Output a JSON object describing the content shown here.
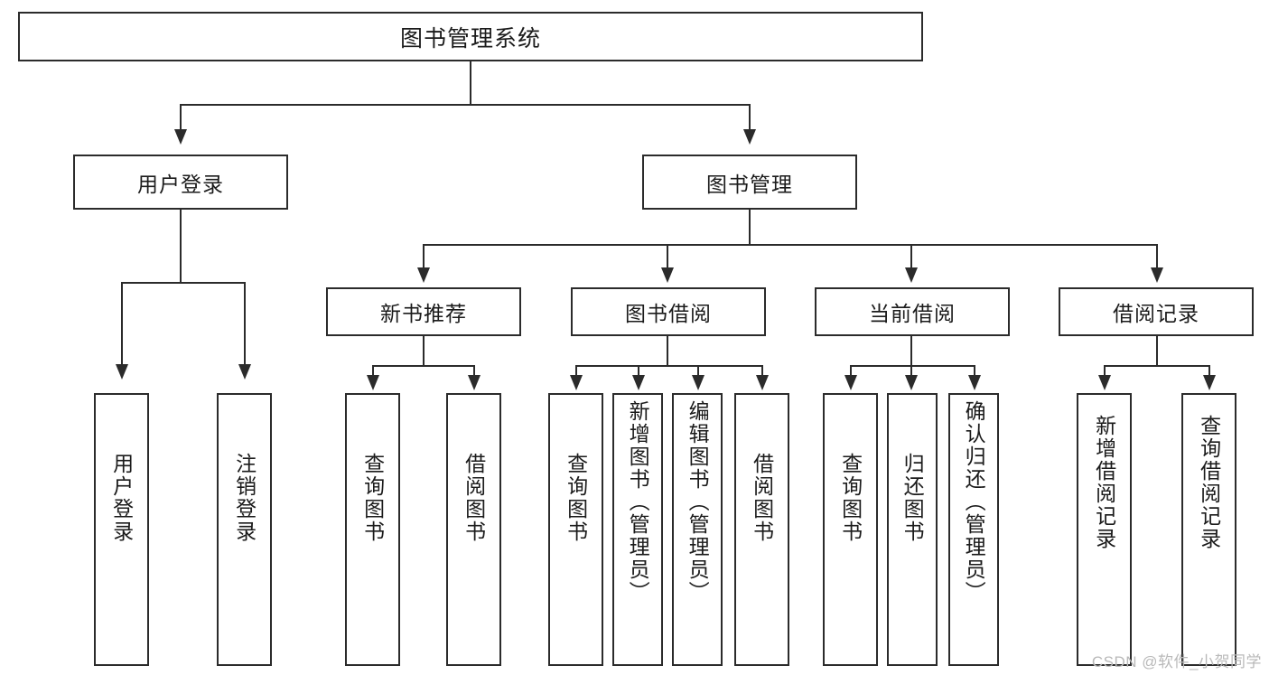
{
  "diagram": {
    "type": "tree",
    "title": "图书管理系统",
    "watermark": "CSDN @软件_小贺同学",
    "colors": {
      "box_border": "#2b2b2b",
      "box_fill": "#ffffff",
      "connector": "#2b2b2b",
      "text": "#1b1b1b",
      "watermark": "#b9b9b9"
    },
    "root": {
      "label": "图书管理系统"
    },
    "level1": [
      {
        "label": "用户登录"
      },
      {
        "label": "图书管理"
      }
    ],
    "level2": [
      {
        "label": "新书推荐"
      },
      {
        "label": "图书借阅"
      },
      {
        "label": "当前借阅"
      },
      {
        "label": "借阅记录"
      }
    ],
    "leaves": {
      "user_login": [
        {
          "label": "用户登录"
        },
        {
          "label": "注销登录"
        }
      ],
      "new_book_recommend": [
        {
          "label": "查询图书"
        },
        {
          "label": "借阅图书"
        }
      ],
      "book_borrow": [
        {
          "label": "查询图书"
        },
        {
          "label": "新增图书（管理员）"
        },
        {
          "label": "编辑图书（管理员）"
        },
        {
          "label": "借阅图书"
        }
      ],
      "current_borrow": [
        {
          "label": "查询图书"
        },
        {
          "label": "归还图书"
        },
        {
          "label": "确认归还（管理员）"
        }
      ],
      "borrow_record": [
        {
          "label": "新增借阅记录"
        },
        {
          "label": "查询借阅记录"
        }
      ]
    }
  }
}
